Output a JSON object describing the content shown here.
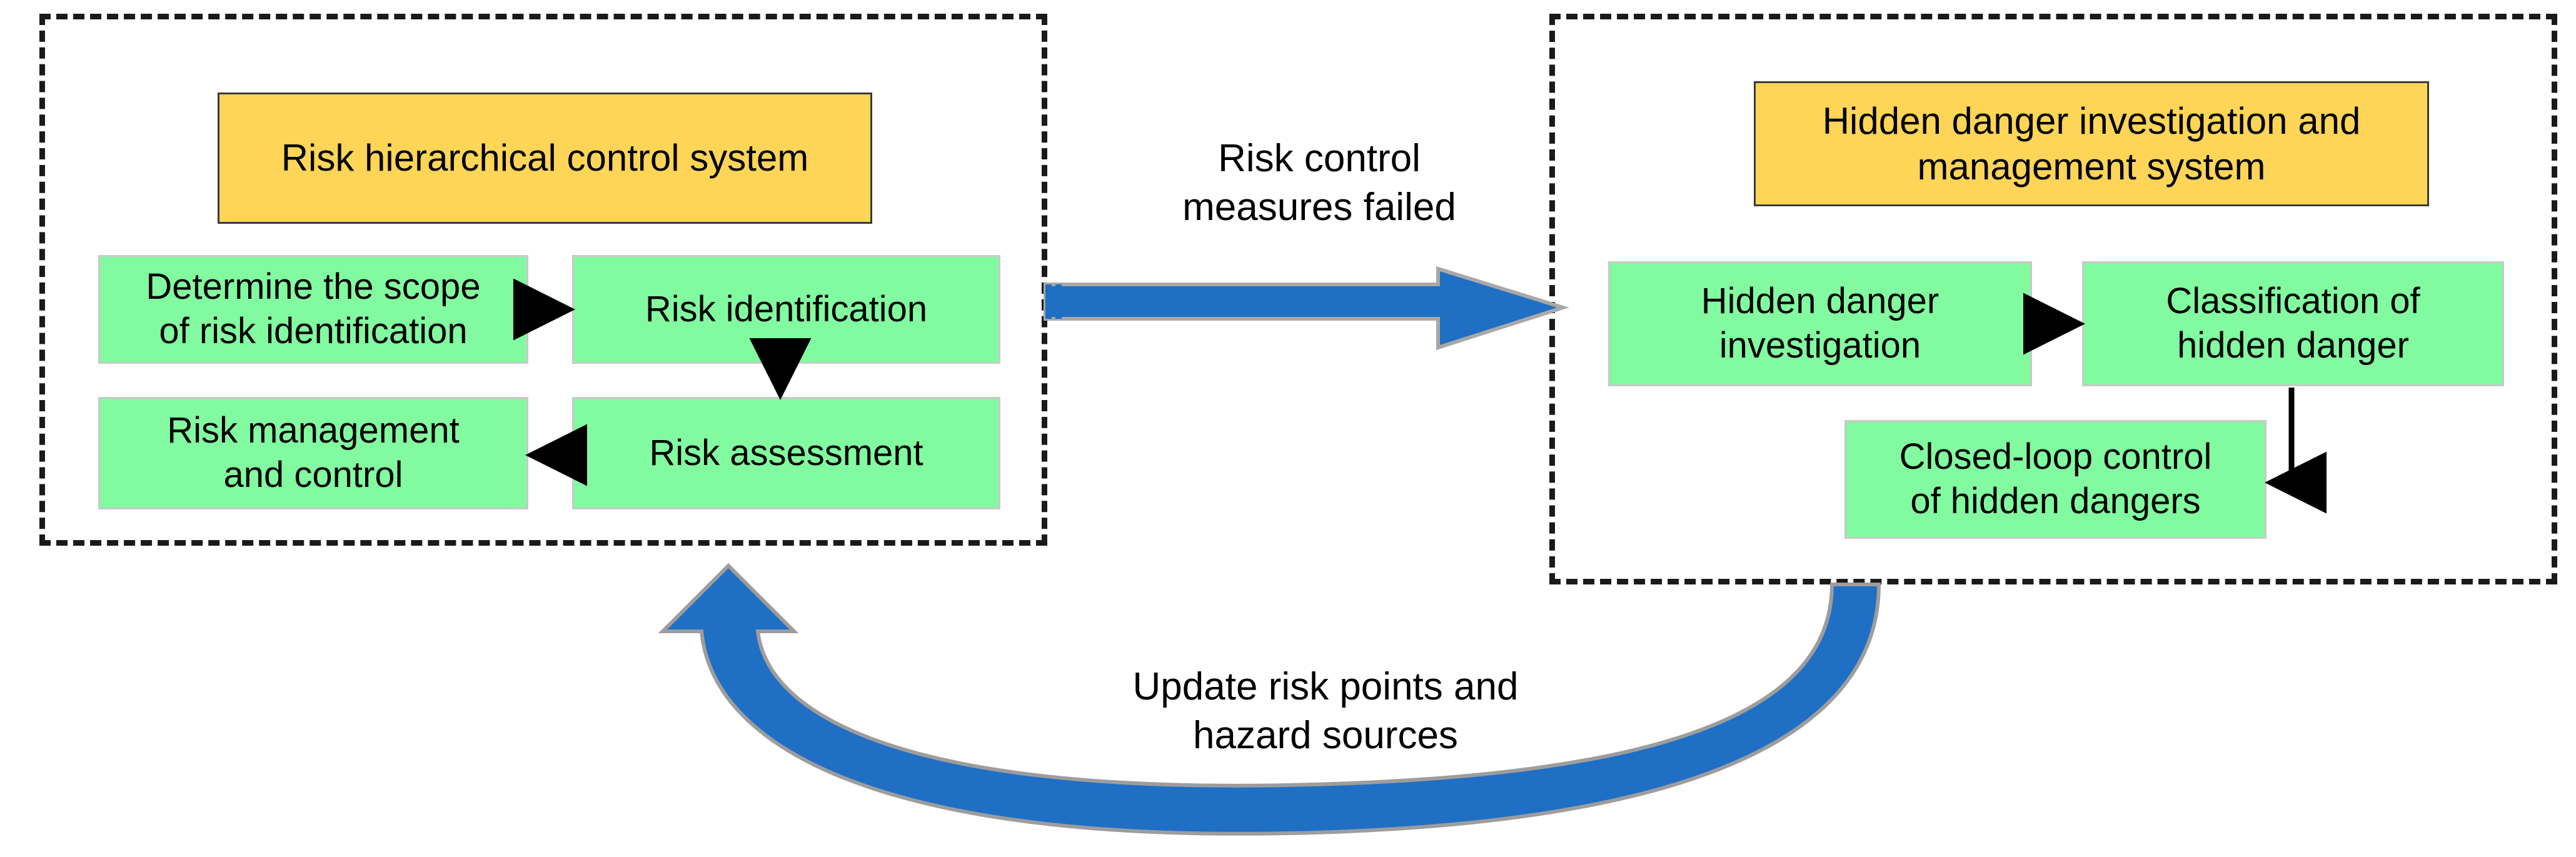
{
  "diagram": {
    "title_present": false,
    "colors": {
      "yellow_box": "#FFD557",
      "green_box": "#82FA9F",
      "blue_arrow": "#1F6FC4",
      "dashed_border": "#1A1A1A",
      "black_arrow": "#000000",
      "background": "#FFFFFF"
    },
    "panels": [
      {
        "id": "left-panel",
        "name": "risk-hierarchical-control-system-panel",
        "header": "Risk hierarchical control system",
        "steps": [
          "Determine the scope\nof risk identification",
          "Risk identification",
          "Risk assessment",
          "Risk management\nand control"
        ]
      },
      {
        "id": "right-panel",
        "name": "hidden-danger-investigation-and-management-system-panel",
        "header": "Hidden danger investigation and\nmanagement system",
        "steps": [
          "Hidden danger\ninvestigation",
          "Classification of\nhidden danger",
          "Closed-loop control\nof hidden dangers"
        ]
      }
    ],
    "connectors": [
      {
        "id": "risk-control-failed-arrow",
        "label": "Risk control\nmeasures failed",
        "style": "thick-blue-straight-right",
        "from": "left-panel",
        "to": "right-panel"
      },
      {
        "id": "update-risk-points-arrow",
        "label": "Update risk points and\nhazard sources",
        "style": "thick-blue-curved-up-left",
        "from": "right-panel",
        "to": "left-panel"
      }
    ],
    "inner_arrows": [
      {
        "id": "scope-to-identification",
        "direction": "right"
      },
      {
        "id": "identification-to-assessment",
        "direction": "down"
      },
      {
        "id": "assessment-to-management",
        "direction": "left"
      },
      {
        "id": "investigation-to-classification",
        "direction": "right"
      },
      {
        "id": "classification-to-closedloop",
        "direction": "down-left-elbow"
      }
    ]
  }
}
